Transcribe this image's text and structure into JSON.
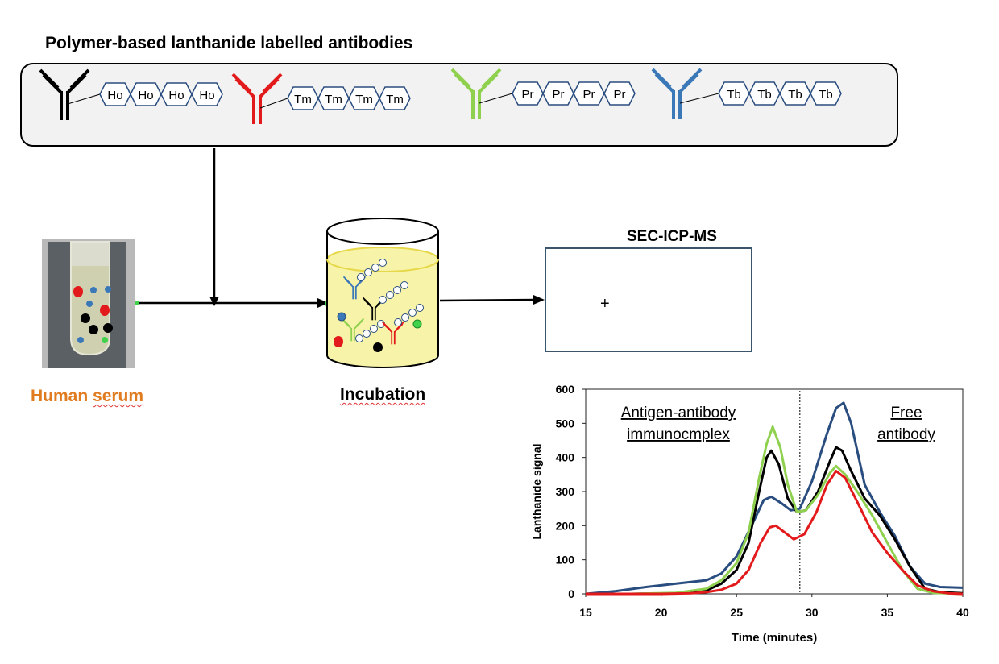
{
  "title": "Polymer-based lanthanide labelled antibodies",
  "antibodies": [
    {
      "color": "#000000",
      "element": "Ho",
      "labels": [
        "Ho",
        "Ho",
        "Ho",
        "Ho"
      ]
    },
    {
      "color": "#e31a1c",
      "element": "Tm",
      "labels": [
        "Tm",
        "Tm",
        "Tm",
        "Tm"
      ]
    },
    {
      "color": "#8fd14f",
      "element": "Pr",
      "labels": [
        "Pr",
        "Pr",
        "Pr",
        "Pr"
      ]
    },
    {
      "color": "#3b78b8",
      "element": "Tb",
      "labels": [
        "Tb",
        "Tb",
        "Tb",
        "Tb"
      ]
    }
  ],
  "serum": {
    "label_part1": "Human",
    "label_part2": "serum"
  },
  "incubation": {
    "label": "Incubation"
  },
  "sec": {
    "title": "SEC-ICP-MS",
    "plus": "+"
  },
  "colors": {
    "ho": "#000000",
    "tm": "#e31a1c",
    "pr": "#8fd14f",
    "tb": "#3b78b8",
    "serum_label": "#e07b1f",
    "box_border": "#3a556b"
  },
  "chart_data": {
    "type": "line",
    "title": "",
    "xlabel": "Time (minutes)",
    "ylabel": "Lanthanide  signal",
    "xlim": [
      15,
      40
    ],
    "ylim": [
      0,
      600
    ],
    "xticks": [
      15,
      20,
      25,
      30,
      35,
      40
    ],
    "yticks": [
      0,
      100,
      200,
      300,
      400,
      500,
      600
    ],
    "grid": false,
    "divider_x": 29.2,
    "annotations": [
      {
        "lines": [
          "Antigen-antibody",
          "immunocmplex"
        ]
      },
      {
        "lines": [
          "Free",
          "antibody"
        ]
      }
    ],
    "series": [
      {
        "color": "#2a4d7f",
        "x": [
          15,
          17,
          19,
          21,
          23,
          24,
          25,
          26,
          26.8,
          27.3,
          28,
          28.6,
          29.2,
          30,
          31,
          31.6,
          32.1,
          32.6,
          33.5,
          34.5,
          35.5,
          36.5,
          37.5,
          38.5,
          40
        ],
        "y": [
          0,
          8,
          20,
          30,
          40,
          60,
          110,
          200,
          275,
          285,
          265,
          245,
          250,
          330,
          470,
          545,
          560,
          500,
          320,
          240,
          170,
          80,
          30,
          20,
          18
        ]
      },
      {
        "color": "#000000",
        "x": [
          15,
          18,
          21,
          23,
          24,
          25,
          25.8,
          26.5,
          27,
          27.3,
          27.8,
          28.4,
          29,
          29.6,
          30.4,
          31.2,
          31.6,
          32,
          32.6,
          33.5,
          34.5,
          35.5,
          36.5,
          37.5,
          38.5,
          40
        ],
        "y": [
          0,
          0,
          2,
          10,
          30,
          70,
          150,
          300,
          400,
          420,
          380,
          280,
          240,
          245,
          300,
          390,
          430,
          420,
          360,
          280,
          230,
          160,
          80,
          15,
          5,
          2
        ]
      },
      {
        "color": "#8fd14f",
        "x": [
          15,
          18,
          21,
          23,
          24,
          25,
          25.8,
          26.5,
          27,
          27.4,
          27.9,
          28.4,
          29,
          29.6,
          30.4,
          31.2,
          31.6,
          32.2,
          33,
          34,
          35,
          36,
          37,
          38,
          40
        ],
        "y": [
          0,
          0,
          3,
          15,
          40,
          90,
          180,
          340,
          440,
          490,
          430,
          320,
          240,
          245,
          290,
          355,
          375,
          350,
          300,
          230,
          150,
          70,
          15,
          3,
          0
        ]
      },
      {
        "color": "#e31a1c",
        "x": [
          15,
          20,
          22,
          23,
          24,
          25,
          25.8,
          26.6,
          27.2,
          27.6,
          28.2,
          28.8,
          29.5,
          30.3,
          31,
          31.6,
          32.2,
          33,
          34,
          35,
          36,
          37,
          38,
          39,
          40
        ],
        "y": [
          0,
          0,
          2,
          5,
          12,
          30,
          70,
          150,
          195,
          200,
          180,
          160,
          175,
          240,
          320,
          360,
          340,
          270,
          180,
          120,
          70,
          25,
          8,
          2,
          0
        ]
      }
    ]
  }
}
